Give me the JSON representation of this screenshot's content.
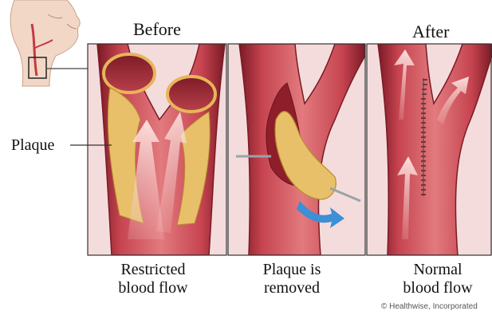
{
  "headings": {
    "before": "Before",
    "after": "After"
  },
  "callout": {
    "plaque": "Plaque"
  },
  "captions": {
    "restricted": [
      "Restricted",
      "blood flow"
    ],
    "removed": [
      "Plaque is",
      "removed"
    ],
    "normal": [
      "Normal",
      "blood flow"
    ]
  },
  "credit": "© Healthwise, Incorporated",
  "colors": {
    "artery": "#c9424a",
    "artery_dark": "#8e1f2a",
    "lumen": "#a52a35",
    "plaque": "#e8c06a",
    "flow_arrow": "#f6c9c8",
    "removal_arrow": "#3d8fd6"
  }
}
